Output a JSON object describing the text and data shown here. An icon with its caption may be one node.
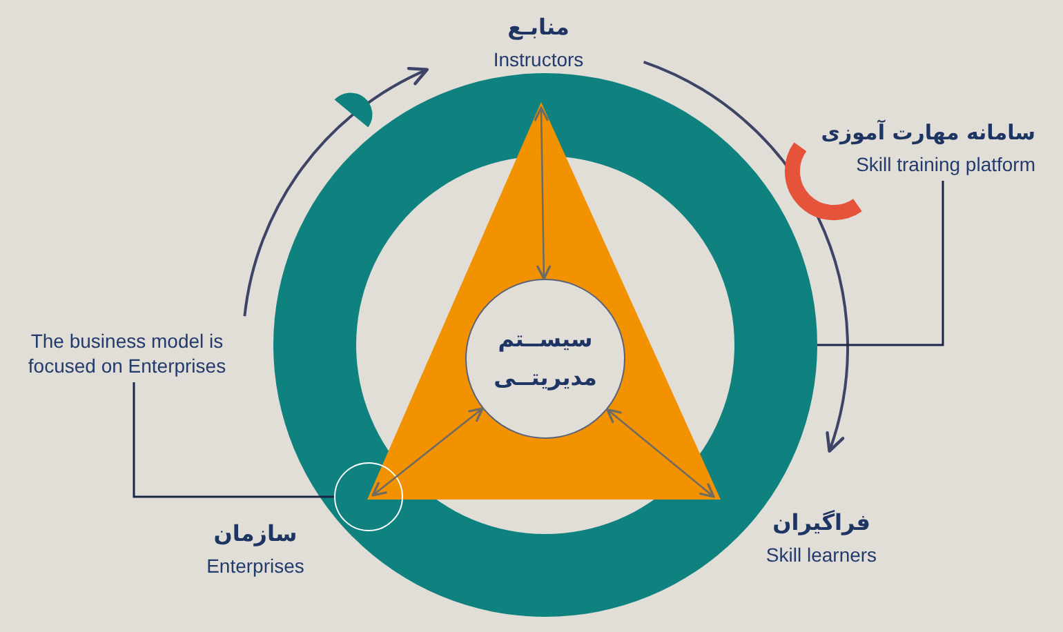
{
  "diagram": {
    "nodes": [
      {
        "text": [
          "منابـع",
          "Instructors"
        ]
      },
      {
        "text": [
          "سامانه مهارت آموزی",
          "Skill training platform"
        ]
      },
      {
        "text": [
          "سیســتم مدیریتــی"
        ]
      },
      {
        "text": [
          "The business model is focused on Enterprises"
        ]
      },
      {
        "text": [],
        "shape": "circle"
      },
      {
        "text": [
          "سازمان",
          "Enterprises"
        ]
      },
      {
        "text": [
          "فراگیران",
          "Skill learners"
        ]
      }
    ],
    "edges": [
      {
        "from": 2,
        "to": 0,
        "arrow": "both"
      },
      {
        "from": 2,
        "to": 4,
        "arrow": "both"
      },
      {
        "from": 2,
        "to": 6,
        "arrow": "both"
      },
      {
        "from": 3,
        "to": 0,
        "arrow": "to",
        "color": "#3d4466"
      },
      {
        "from": 0,
        "to": 6,
        "arrow": "to",
        "color": "#3d4466"
      },
      {
        "from": 3,
        "to": 4,
        "arrow": "none",
        "color": "#1b2547"
      },
      {
        "from": 1,
        "to": null,
        "arrow": "none",
        "color": "#1b2547"
      }
    ]
  }
}
